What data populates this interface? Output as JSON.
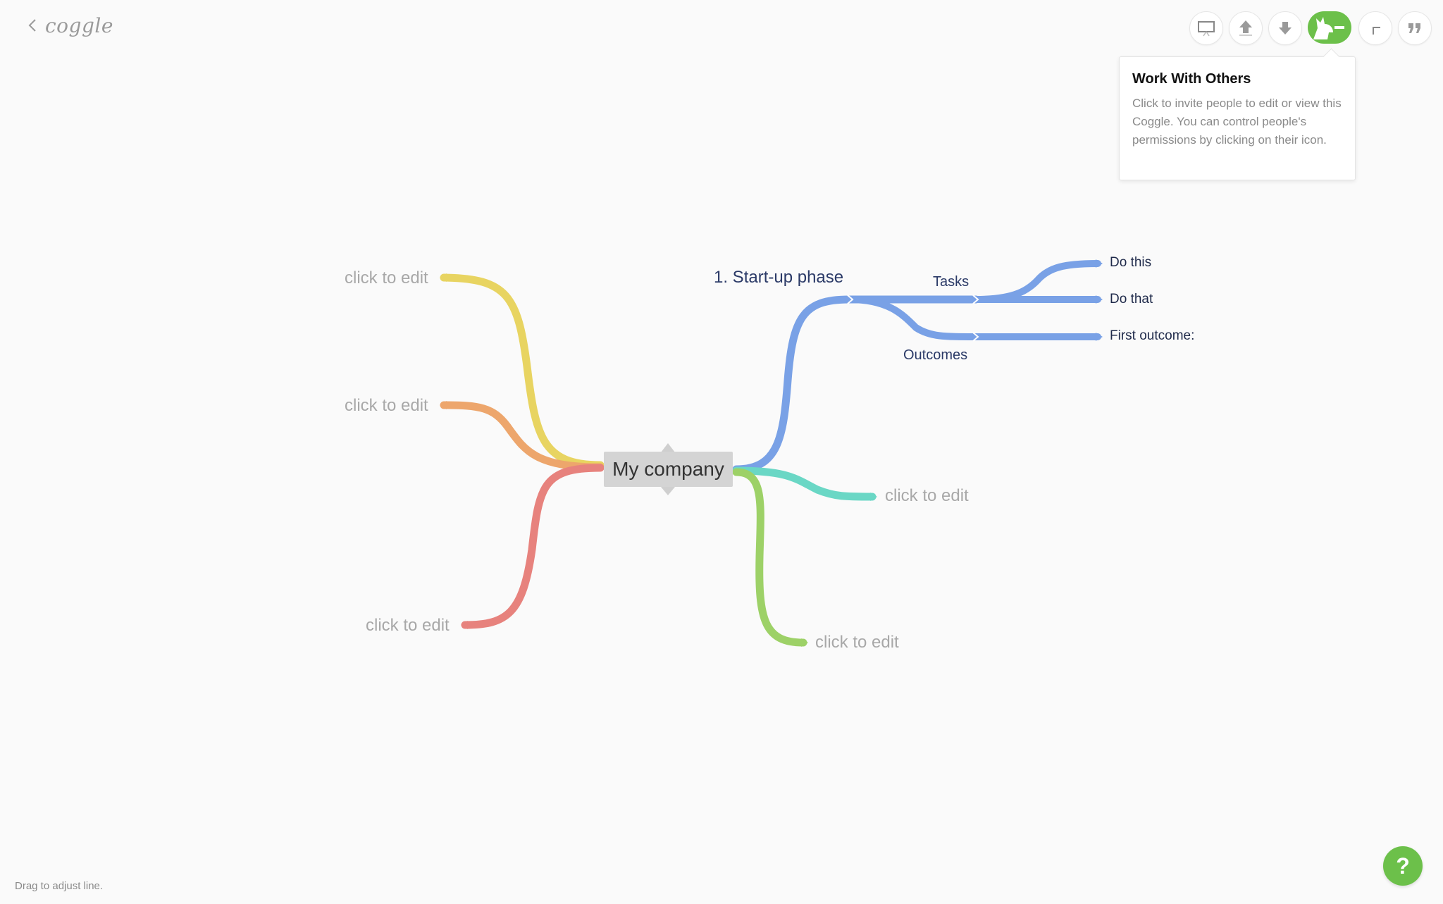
{
  "app": {
    "logo_text": "coggle"
  },
  "toolbar": {
    "buttons": [
      {
        "name": "presentation-icon"
      },
      {
        "name": "upload-icon"
      },
      {
        "name": "download-icon"
      },
      {
        "name": "share-collaborators-icon"
      },
      {
        "name": "pointer-icon"
      },
      {
        "name": "quote-icon"
      }
    ],
    "share_color": "#6cc04a"
  },
  "tooltip": {
    "title": "Work With Others",
    "body": "Click to invite people to edit or view this Coggle. You can control people's permissions by clicking on their icon."
  },
  "mindmap": {
    "root": "My company",
    "branch_colors": {
      "yellow": "#e8d461",
      "orange": "#eda66c",
      "red": "#e7827d",
      "blue": "#79a1e6",
      "teal": "#6ad7c5",
      "green": "#9dd167"
    },
    "phase": "1. Start-up phase",
    "tasks": "Tasks",
    "outcomes": "Outcomes",
    "leaves": [
      "Do this",
      "Do that",
      "First outcome:"
    ],
    "placeholder": "click to edit"
  },
  "status_text": "Drag to adjust line.",
  "help": {
    "label": "?"
  }
}
